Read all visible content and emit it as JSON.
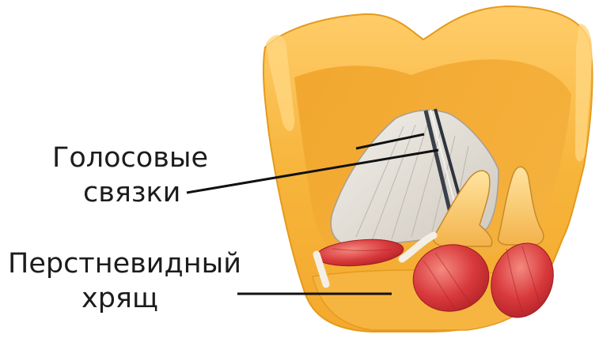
{
  "labels": {
    "vocal_cords": {
      "line1": "Голосовые",
      "line2": "связки"
    },
    "cricoid": {
      "line1": "Перстневидный",
      "line2": "хрящ"
    }
  },
  "colors": {
    "cartilage": "#f6b43a",
    "cartilage_light": "#ffd27a",
    "cartilage_shadow": "#e89a1e",
    "inner": "#f0a42a",
    "ligament": "#e6e2da",
    "muscle": "#d8373a",
    "muscle_light": "#f07a72",
    "leader": "#111111",
    "text": "#1c1c1c"
  }
}
